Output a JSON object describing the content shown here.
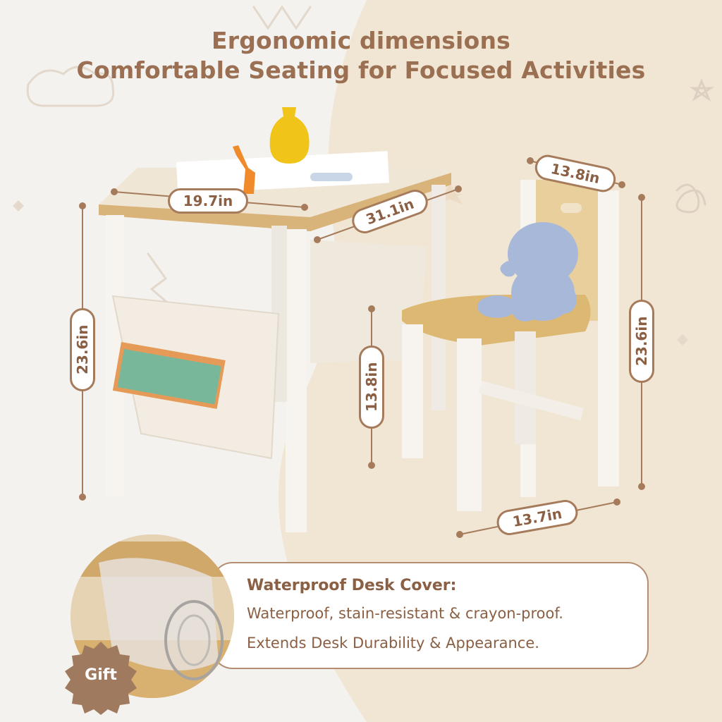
{
  "headline": {
    "line1": "Ergonomic dimensions",
    "line2": "Comfortable Seating for Focused Activities"
  },
  "dimensions": {
    "desk_depth": "19.7in",
    "desk_width": "31.1in",
    "desk_height": "23.6in",
    "chair_seat_depth": "13.8in",
    "chair_seat_height": "13.8in",
    "chair_height": "23.6in",
    "chair_width": "13.7in"
  },
  "feature_card": {
    "title": "Waterproof Desk Cover:",
    "line1": "Waterproof, stain-resistant & crayon-proof.",
    "line2": "Extends Desk Durability & Appearance."
  },
  "badge": {
    "label": "Gift"
  },
  "colors": {
    "accent_brown": "#a67b5b",
    "text_brown": "#8a5f43",
    "cream": "#f1e6d3",
    "wood": "#d9b47a"
  }
}
